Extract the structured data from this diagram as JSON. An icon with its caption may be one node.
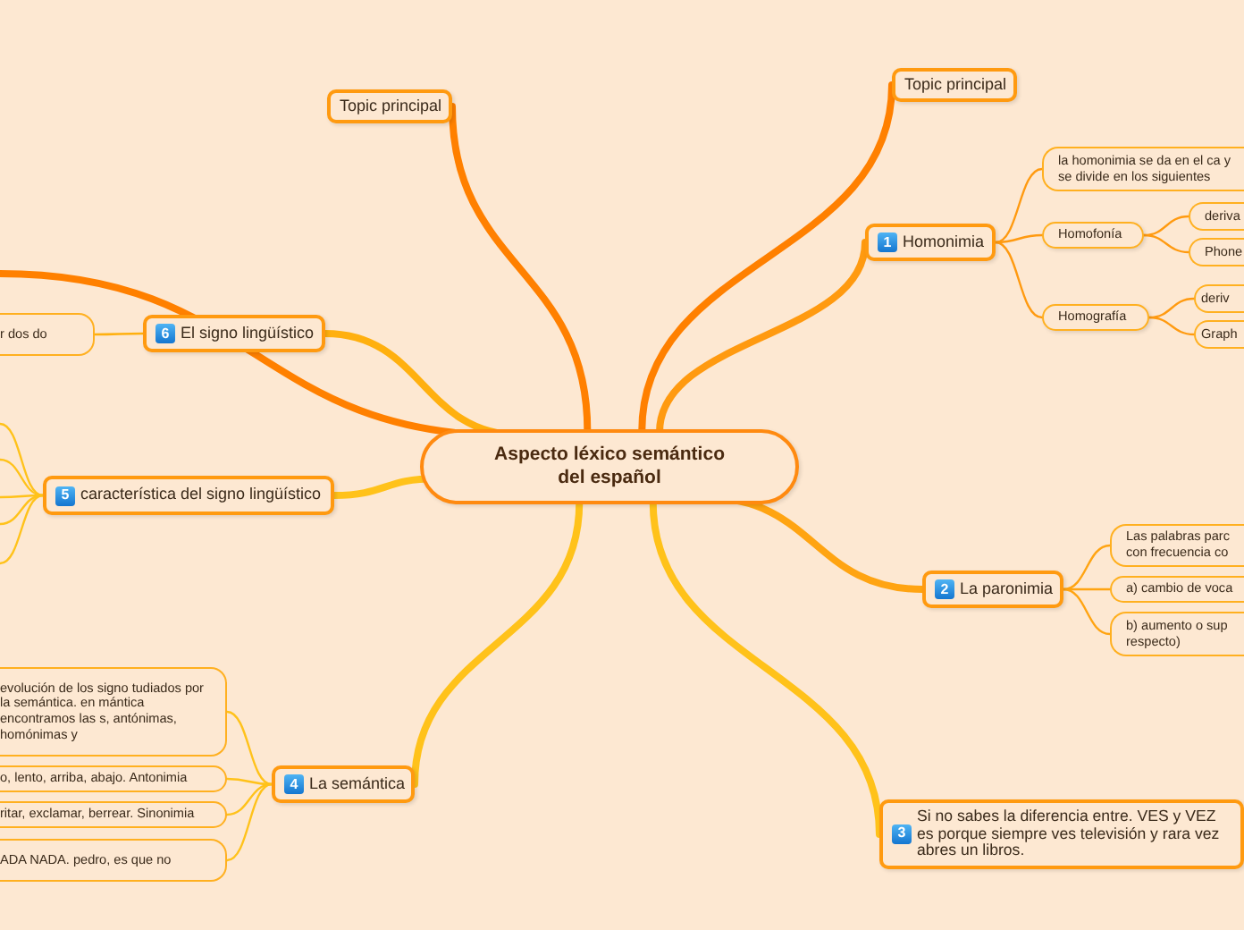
{
  "diagram": {
    "nodes": [
      {
        "text": [
          "Aspecto léxico semántico del español"
        ]
      },
      {
        "text": [
          "Topic principal"
        ]
      },
      {
        "text": [
          "Topic principal"
        ]
      },
      {
        "text": [
          "1",
          "Homonimia"
        ]
      },
      {
        "text": [
          "la homonimia se da en el ca y se divide en los siguientes"
        ]
      },
      {
        "text": [
          "Homofonía"
        ]
      },
      {
        "text": [
          "deriva"
        ]
      },
      {
        "text": [
          "Phone"
        ]
      },
      {
        "text": [
          "Homografía"
        ]
      },
      {
        "text": [
          "deriv"
        ]
      },
      {
        "text": [
          "Graph"
        ]
      },
      {
        "text": [
          "2",
          "La paronimia"
        ]
      },
      {
        "text": [
          "Las palabras parc con frecuencia co"
        ]
      },
      {
        "text": [
          "a) cambio de voca"
        ]
      },
      {
        "text": [
          "b) aumento o sup respecto)"
        ]
      },
      {
        "text": [
          "3",
          "Si no sabes la diferencia entre. VES y VEZ es porque siempre ves televisión y rara vez abres un libros."
        ]
      },
      {
        "text": [
          "4",
          "La semántica"
        ]
      },
      {
        "text": [
          "evolución de los signo tudiados por la semántica. en mántica encontramos las s, antónimas, homónimas y"
        ]
      },
      {
        "text": [
          "o, lento, arriba, abajo. Antonimia"
        ]
      },
      {
        "text": [
          "ritar, exclamar, berrear. Sinonimia"
        ]
      },
      {
        "text": [
          "ADA NADA. pedro, es que no"
        ]
      },
      {
        "text": [
          "5",
          "característica del signo lingüístico"
        ]
      },
      {
        "text": [
          "6",
          "El signo lingüístico"
        ]
      },
      {
        "text": [
          "r dos do"
        ]
      }
    ],
    "edges": [
      {
        "from": 0,
        "to": 1,
        "arrow": "none",
        "style": "thick",
        "color": "#ff8000"
      },
      {
        "from": 0,
        "to": 2,
        "arrow": "none",
        "style": "thick",
        "color": "#ff8000"
      },
      {
        "from": 0,
        "to": 3,
        "arrow": "none",
        "style": "thick",
        "color": "#ff9a10"
      },
      {
        "from": 3,
        "to": 4,
        "arrow": "none",
        "color": "#ff9a10"
      },
      {
        "from": 3,
        "to": 5,
        "arrow": "none",
        "color": "#ff9a10"
      },
      {
        "from": 5,
        "to": 6,
        "arrow": "none",
        "color": "#ff9a10"
      },
      {
        "from": 5,
        "to": 7,
        "arrow": "none",
        "color": "#ff9a10"
      },
      {
        "from": 3,
        "to": 8,
        "arrow": "none",
        "color": "#ff9a10"
      },
      {
        "from": 8,
        "to": 9,
        "arrow": "none",
        "color": "#ff9a10"
      },
      {
        "from": 8,
        "to": 10,
        "arrow": "none",
        "color": "#ff9a10"
      },
      {
        "from": 0,
        "to": 11,
        "arrow": "none",
        "style": "thick",
        "color": "#ffa412"
      },
      {
        "from": 11,
        "to": 12,
        "arrow": "none",
        "color": "#ffa412"
      },
      {
        "from": 11,
        "to": 13,
        "arrow": "none",
        "color": "#ffa412"
      },
      {
        "from": 11,
        "to": 14,
        "arrow": "none",
        "color": "#ffa412"
      },
      {
        "from": 0,
        "to": 15,
        "arrow": "none",
        "style": "thick",
        "color": "#ffc21a"
      },
      {
        "from": 0,
        "to": 16,
        "arrow": "none",
        "style": "thick",
        "color": "#ffc21a"
      },
      {
        "from": 16,
        "to": 17,
        "arrow": "none",
        "color": "#ffc21a"
      },
      {
        "from": 16,
        "to": 18,
        "arrow": "none",
        "color": "#ffc21a"
      },
      {
        "from": 16,
        "to": 19,
        "arrow": "none",
        "color": "#ffc21a"
      },
      {
        "from": 16,
        "to": 20,
        "arrow": "none",
        "color": "#ffc21a"
      },
      {
        "from": 0,
        "to": 21,
        "arrow": "none",
        "style": "thick",
        "color": "#ffc21a"
      },
      {
        "from": null,
        "to": 21,
        "arrow": "none",
        "color": "#ffc21a"
      },
      {
        "from": null,
        "to": 21,
        "arrow": "none",
        "color": "#ffc21a"
      },
      {
        "from": null,
        "to": 21,
        "arrow": "none",
        "color": "#ffc21a"
      },
      {
        "from": null,
        "to": 21,
        "arrow": "none",
        "color": "#ffc21a"
      },
      {
        "from": null,
        "to": 21,
        "arrow": "none",
        "color": "#ffc21a"
      },
      {
        "from": 0,
        "to": 22,
        "arrow": "none",
        "style": "thick",
        "color": "#ffb00f"
      },
      {
        "from": 22,
        "to": 23,
        "arrow": "none",
        "color": "#ffb00f"
      },
      {
        "from": null,
        "to": 0,
        "arrow": "none",
        "style": "thick",
        "color": "#ff8000"
      }
    ]
  }
}
